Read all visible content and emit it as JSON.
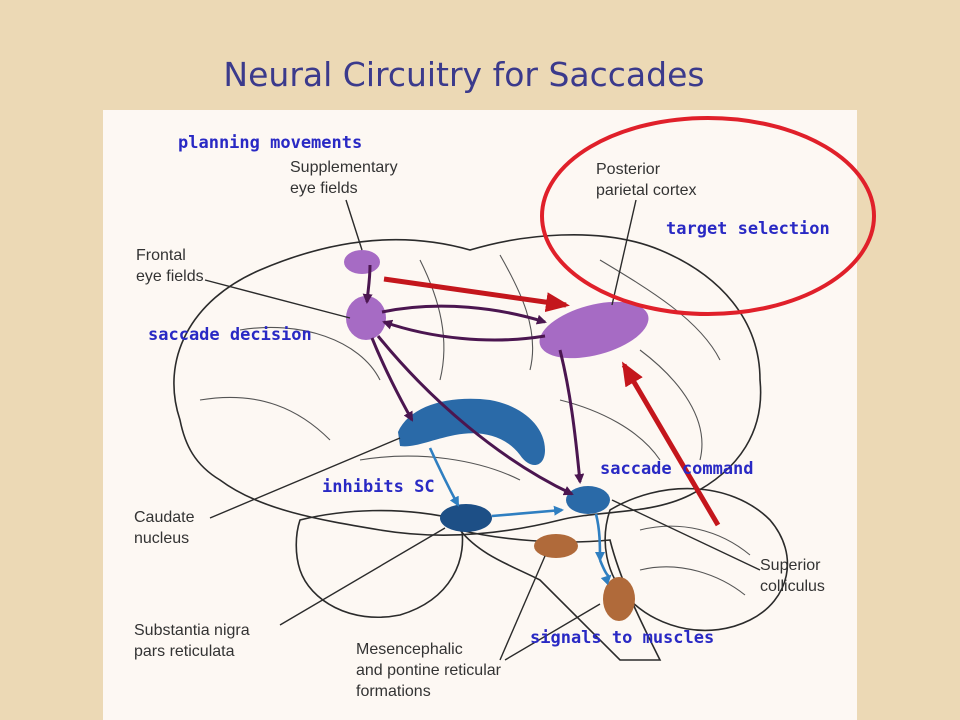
{
  "title": "Neural Circuitry for Saccades",
  "structure_labels": {
    "supplementary_eye_fields": [
      "Supplementary",
      "eye fields"
    ],
    "posterior_parietal_cortex": [
      "Posterior",
      "parietal cortex"
    ],
    "frontal_eye_fields": [
      "Frontal",
      "eye fields"
    ],
    "caudate_nucleus": [
      "Caudate",
      "nucleus"
    ],
    "superior_colliculus": [
      "Superior",
      "colliculus"
    ],
    "substantia_nigra": [
      "Substantia nigra",
      "pars reticulata"
    ],
    "mesencephalic": [
      "Mesencephalic",
      "and pontine reticular",
      "formations"
    ]
  },
  "annotations": {
    "planning_movements": "planning movements",
    "target_selection": "target selection",
    "saccade_decision": "saccade decision",
    "saccade_command": "saccade command",
    "inhibits_sc": "inhibits SC",
    "signals_to_muscles": "signals to muscles"
  },
  "colors": {
    "background": "#ecd9b5",
    "panel": "#fdf8f3",
    "title": "#3b3a8c",
    "annotation_text": "#2929c4",
    "highlight_circle": "#e0202a",
    "red_arrow": "#c4161c",
    "purple_region": "#a66bc4",
    "blue_region": "#2a6aa8",
    "dark_blue_region": "#1d4f86",
    "orange_region": "#b06a3a",
    "brain_fill": "#f7e2d6"
  }
}
